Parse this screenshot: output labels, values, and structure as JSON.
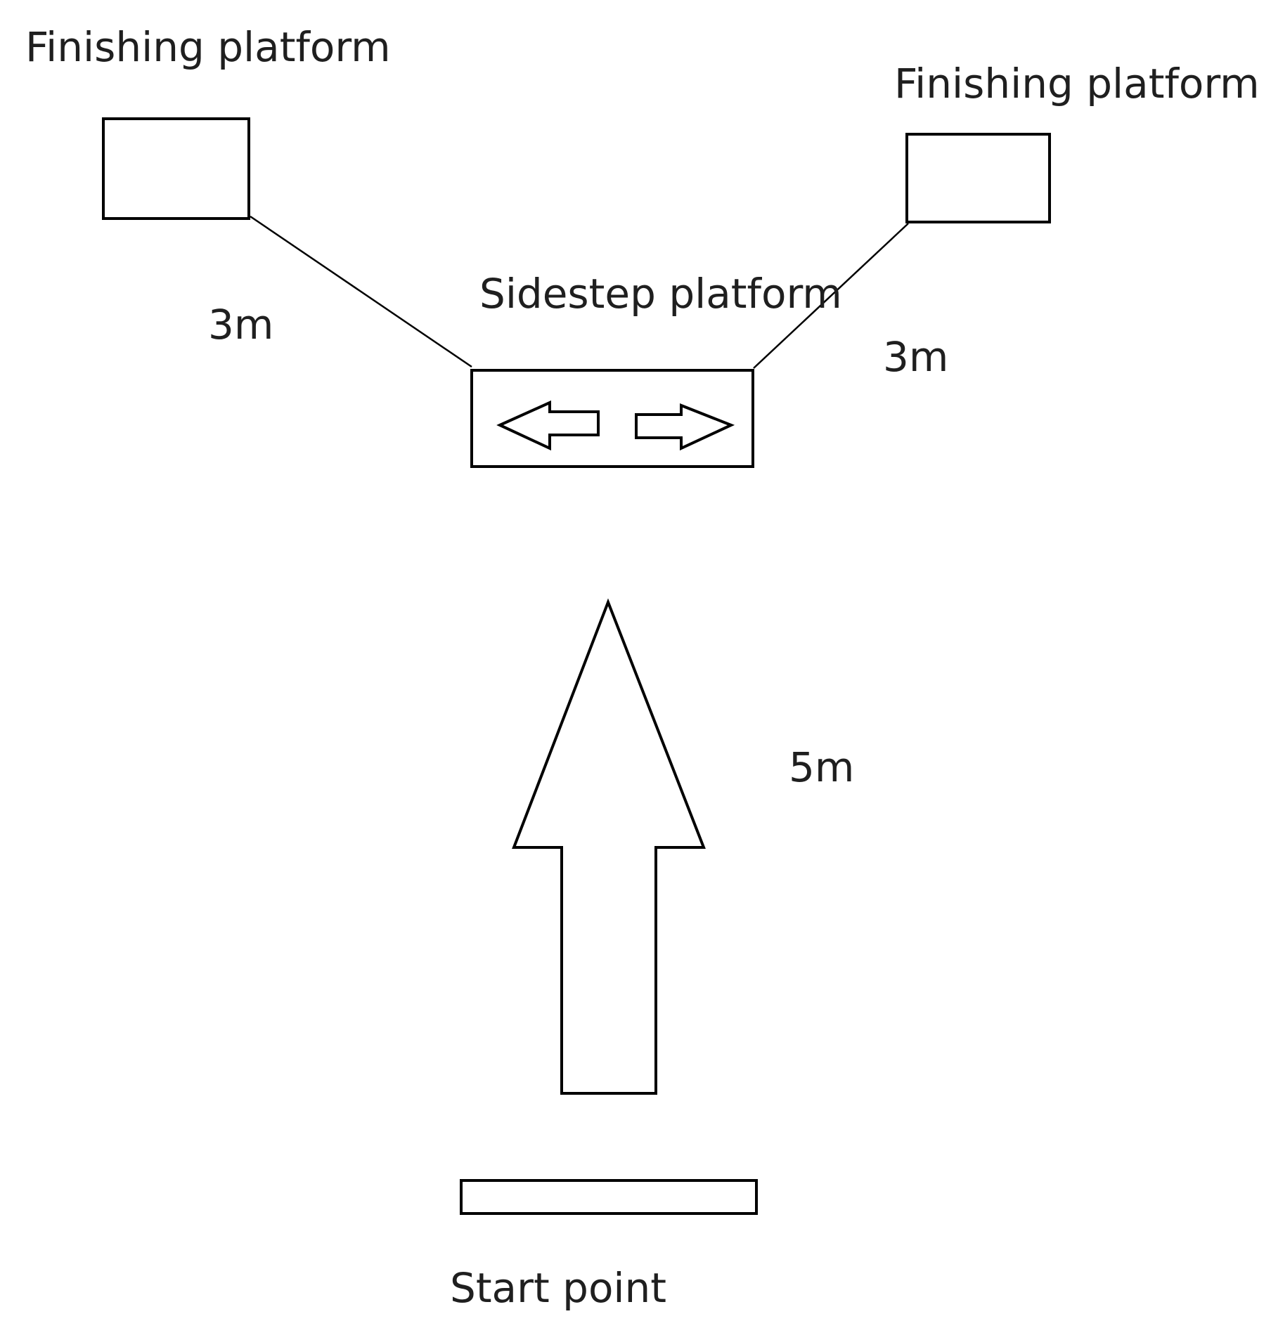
{
  "labels": {
    "finishing_left": "Finishing platform",
    "finishing_right": "Finishing platform",
    "sidestep": "Sidestep platform",
    "start": "Start point"
  },
  "distances": {
    "left_connector": "3m",
    "right_connector": "3m",
    "forward": "5m"
  },
  "icons": {
    "forward_arrow": "up-arrow-icon",
    "sidestep_left": "left-arrow-icon",
    "sidestep_right": "right-arrow-icon"
  }
}
